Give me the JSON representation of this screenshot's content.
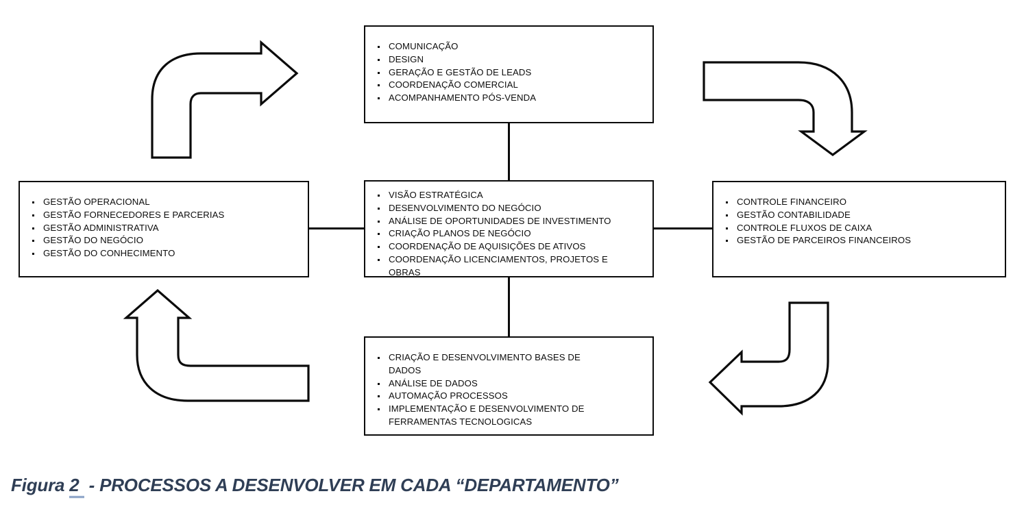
{
  "figure": {
    "caption_prefix": "Figura ",
    "caption_number": "2 ",
    "caption_rest": " - PROCESSOS A DESENVOLVER EM CADA “DEPARTAMENTO”",
    "underline_color": "#4a6fa8",
    "caption_color": "#2f3e55"
  },
  "diagram": {
    "box_border_color": "#0b0b0b",
    "box_fill_color": "#ffffff",
    "text_color": "#0d0d0d",
    "boxes": {
      "top": {
        "name": "comercial-marketing",
        "items": [
          "COMUNICAÇÃO",
          "DESIGN",
          "GERAÇÃO E GESTÃO DE LEADS",
          "COORDENAÇÃO COMERCIAL",
          "ACOMPANHAMENTO PÓS-VENDA"
        ]
      },
      "left": {
        "name": "gestao-operacional",
        "items": [
          "GESTÃO OPERACIONAL",
          "GESTÃO FORNECEDORES E PARCERIAS",
          "GESTÃO ADMINISTRATIVA",
          "GESTÃO DO NEGÓCIO",
          "GESTÃO DO CONHECIMENTO"
        ]
      },
      "center": {
        "name": "estrategia-negocio",
        "items": [
          "VISÃO ESTRATÉGICA",
          "DESENVOLVIMENTO DO NEGÓCIO",
          "ANÁLISE DE OPORTUNIDADES DE INVESTIMENTO",
          "CRIAÇÃO PLANOS DE NEGÓCIO",
          "COORDENAÇÃO DE AQUISIÇÕES DE ATIVOS",
          "COORDENAÇÃO LICENCIAMENTOS, PROJETOS E\nOBRAS"
        ]
      },
      "right": {
        "name": "financeiro",
        "items": [
          "CONTROLE FINANCEIRO",
          "GESTÃO CONTABILIDADE",
          "CONTROLE FLUXOS DE CAIXA",
          "GESTÃO DE PARCEIROS FINANCEIROS"
        ]
      },
      "bottom": {
        "name": "tecnologia-dados",
        "items": [
          "CRIAÇÃO E DESENVOLVIMENTO BASES DE\nDADOS",
          "ANÁLISE DE DADOS",
          "AUTOMAÇÃO PROCESSOS",
          "IMPLEMENTAÇÃO E DESENVOLVIMENTO DE\nFERRAMENTAS TECNOLOGICAS"
        ]
      }
    },
    "arrows": [
      {
        "id": "top-left",
        "direction": "up-then-right",
        "points_to": "right"
      },
      {
        "id": "top-right",
        "direction": "right-then-down",
        "points_to": "down"
      },
      {
        "id": "bottom-right",
        "direction": "down-then-left",
        "points_to": "left"
      },
      {
        "id": "bottom-left",
        "direction": "left-then-up",
        "points_to": "up"
      }
    ],
    "connectors": [
      {
        "id": "left-to-center",
        "orientation": "horizontal"
      },
      {
        "id": "center-to-right",
        "orientation": "horizontal"
      },
      {
        "id": "top-to-center",
        "orientation": "vertical"
      },
      {
        "id": "center-to-bottom",
        "orientation": "vertical"
      }
    ]
  }
}
